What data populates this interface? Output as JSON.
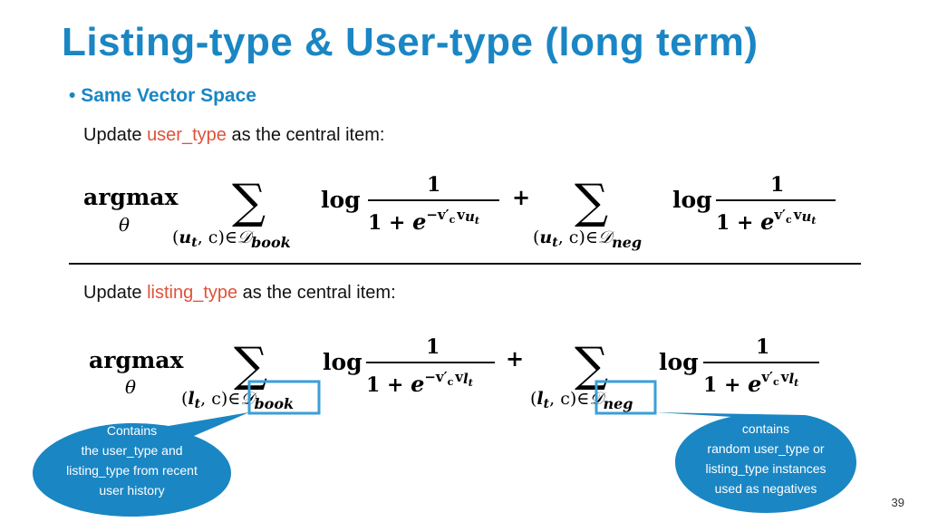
{
  "title": "Listing-type & User-type (long term)",
  "bullet": "Same Vector Space",
  "eq1": {
    "prefix": "Update ",
    "highlight": "user_type",
    "suffix": " as the central item:",
    "argmax": "argmax",
    "theta": "θ",
    "sum": "∑",
    "log": "log",
    "one": "1",
    "plus": "+",
    "denom_prefix": "1 + ",
    "e": "e",
    "exp_neg": "−v′",
    "exp_pos": "v′",
    "c": "c",
    "v": "v",
    "u": "u",
    "t": "t",
    "sub_open": "(",
    "sub_close": ", c)∈",
    "script_d": "𝒟",
    "book": "book",
    "neg": "neg"
  },
  "eq2": {
    "prefix": "Update ",
    "highlight": "listing_type",
    "suffix": " as the central item:",
    "l": "l"
  },
  "callouts": {
    "left": [
      "Contains",
      "the user_type and",
      "listing_type from recent",
      "user history"
    ],
    "right": [
      "contains",
      "random user_type or",
      "listing_type instances",
      "used as negatives"
    ]
  },
  "page_number": "39",
  "colors": {
    "title": "#1a86c4",
    "highlight": "#e0523a",
    "callout": "#1a86c4",
    "box": "#3a9fd8"
  }
}
